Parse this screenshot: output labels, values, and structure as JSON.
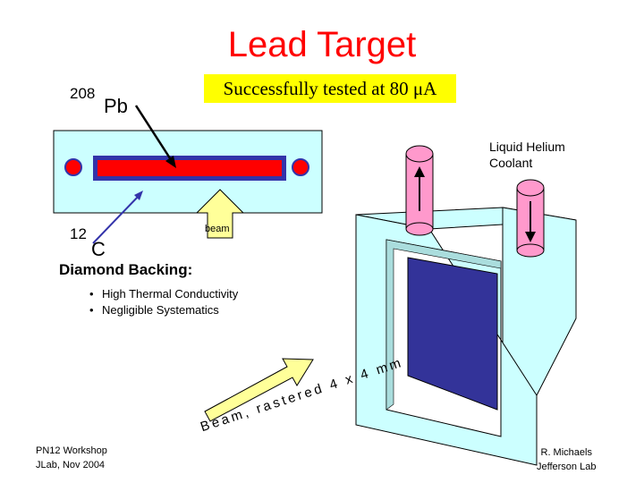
{
  "title": "Lead Target",
  "banner": {
    "text_prefix": "Successfully tested at 80 ",
    "unit": "μA"
  },
  "lead": {
    "mass_number": "208",
    "symbol": "Pb"
  },
  "carbon": {
    "mass_number": "12",
    "symbol": "C"
  },
  "beam_label": "beam",
  "diamond": {
    "heading": "Diamond Backing:",
    "bullets": [
      "High Thermal Conductivity",
      "Negligible Systematics"
    ]
  },
  "coolant": {
    "line1": "Liquid Helium",
    "line2": "Coolant"
  },
  "raster": "Beam, rastered 4 x 4 mm",
  "footer_left": {
    "line1": "PN12 Workshop",
    "line2": "JLab, Nov 2004"
  },
  "footer_right": {
    "line1": "R. Michaels",
    "line2": "Jefferson Lab"
  },
  "colors": {
    "title": "#ff0000",
    "banner": "#ffff00",
    "target_holder": "#ccffff",
    "lead_strip": "#ff0000",
    "strip_border": "#3333aa",
    "window": "#333399",
    "cryo_tube": "#ff99cc",
    "beam_arrow": "#ffff99"
  }
}
